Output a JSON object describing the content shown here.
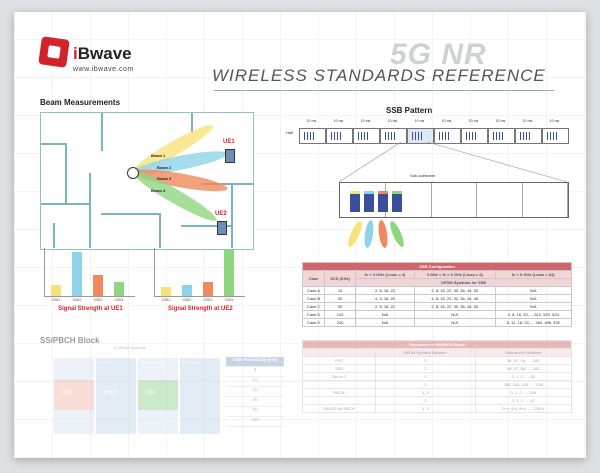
{
  "brand": {
    "name_i": "i",
    "name_rest": "Bwave",
    "url": "www.ibwave.com",
    "accent": "#d2232a"
  },
  "title": {
    "top": "5G NR",
    "main": "WIRELESS STANDARDS REFERENCE"
  },
  "beam": {
    "heading": "Beam Measurements",
    "beams": [
      "Beam 1",
      "Beam 2",
      "Beam 3",
      "Beam 4"
    ],
    "ue1": "UE1",
    "ue2": "UE2",
    "ue1_chart": {
      "labels": [
        "SSB1",
        "SSB2",
        "SSB3",
        "SSB4"
      ],
      "values": [
        0.25,
        0.95,
        0.45,
        0.3
      ],
      "caption": "Signal Strength at UE1"
    },
    "ue2_chart": {
      "labels": [
        "SSB1",
        "SSB2",
        "SSB3",
        "SSB4"
      ],
      "values": [
        0.2,
        0.25,
        0.3,
        1.0
      ],
      "caption": "Signal Strength at UE2"
    }
  },
  "ssb_pattern": {
    "heading": "SSB Pattern",
    "frame_label": "10 ms",
    "side_label": "Half",
    "subframe_label": "Sub-subframe"
  },
  "ssb_config": {
    "caption": "SSB Configuration",
    "headers": [
      "Case",
      "SCS (KHz)",
      "fc < 3 GHz (Lmax = 4)",
      "3 GHz < fc < 6 GHz (Lmax = 8)",
      "fc > 6 GHz (Lmax = 64)"
    ],
    "subheader": "OFDM Symbols for SSB",
    "rows": [
      [
        "Case A",
        "15",
        "2, 8, 16, 22",
        "2, 8, 16, 22, 30, 36, 44, 50",
        "N/A"
      ],
      [
        "Case B",
        "30",
        "4, 5, 18, 20",
        "4, 8, 16, 20, 32, 36, 44, 48",
        "N/A"
      ],
      [
        "Case C",
        "30",
        "2, 8, 16, 22",
        "2, 8, 16, 22, 30, 36, 44, 50",
        "N/A"
      ],
      [
        "Case D",
        "120",
        "N/A",
        "N/A",
        "4, 8, 16, 20,..., 512, 520, 524"
      ],
      [
        "Case E",
        "240",
        "N/A",
        "N/A",
        "8, 12, 16, 20,..., 484, 488, 492"
      ]
    ]
  },
  "resources": {
    "caption": "Resources in SS/PBCH Block",
    "headers": [
      "",
      "OFDM Symbol Number",
      "Subcarrier Number"
    ],
    "rows": [
      [
        "PSS",
        "0",
        "56, 57, 58, ..., 182"
      ],
      [
        "SSS",
        "2",
        "56, 57, 58, ..., 182"
      ],
      [
        "Set to 0",
        "0",
        "0, 1, 2, ..., 55"
      ],
      [
        "",
        "2",
        "183, 184, 185, ..., 239"
      ],
      [
        "PBCH",
        "1, 3",
        "0, 1, 2, ..., 239"
      ],
      [
        "",
        "2",
        "0, 1, 2, ..., 47"
      ],
      [
        "DM-RS for PBCH",
        "1, 3",
        "0+v, 4+v, 8+v, ..., 236+v"
      ]
    ]
  },
  "ssblock": {
    "heading": "SS/PBCH Block",
    "ofdm_label": "4 OFDM Symbols",
    "cells": [
      "SC # 239",
      "PBCH (20 RB)",
      "SC # 239",
      "PSS",
      "SSS",
      "PBCH",
      "SC # 0"
    ],
    "periodicity_header": "SSB Periodicity (ms)",
    "periodicity": [
      "5",
      "10",
      "20",
      "40",
      "80",
      "160"
    ]
  }
}
